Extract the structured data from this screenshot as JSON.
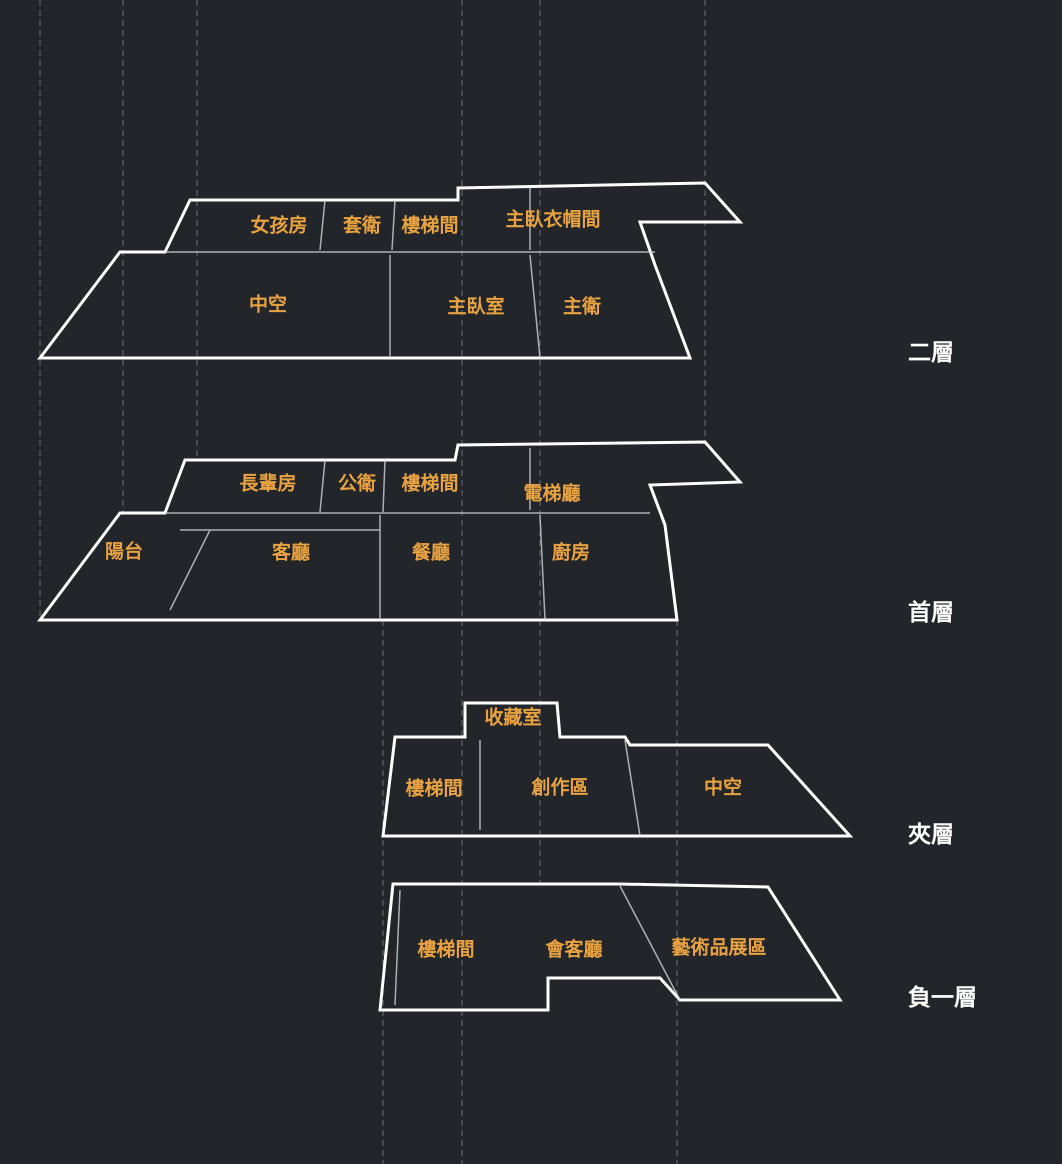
{
  "floors": [
    {
      "name": "二層",
      "rooms": [
        "女孩房",
        "套衛",
        "樓梯間",
        "主臥衣帽間",
        "中空",
        "主臥室",
        "主衛"
      ]
    },
    {
      "name": "首層",
      "rooms": [
        "長輩房",
        "公衛",
        "樓梯間",
        "電梯廳",
        "陽台",
        "客廳",
        "餐廳",
        "廚房"
      ]
    },
    {
      "name": "夾層",
      "rooms": [
        "收藏室",
        "樓梯間",
        "創作區",
        "中空"
      ]
    },
    {
      "name": "負一層",
      "rooms": [
        "樓梯間",
        "會客廳",
        "藝術品展區"
      ]
    }
  ],
  "colors": {
    "background": "#22262b",
    "room_label": "#e9a23f",
    "floor_label": "#ffffff",
    "plan_lines": "#ffffff"
  }
}
